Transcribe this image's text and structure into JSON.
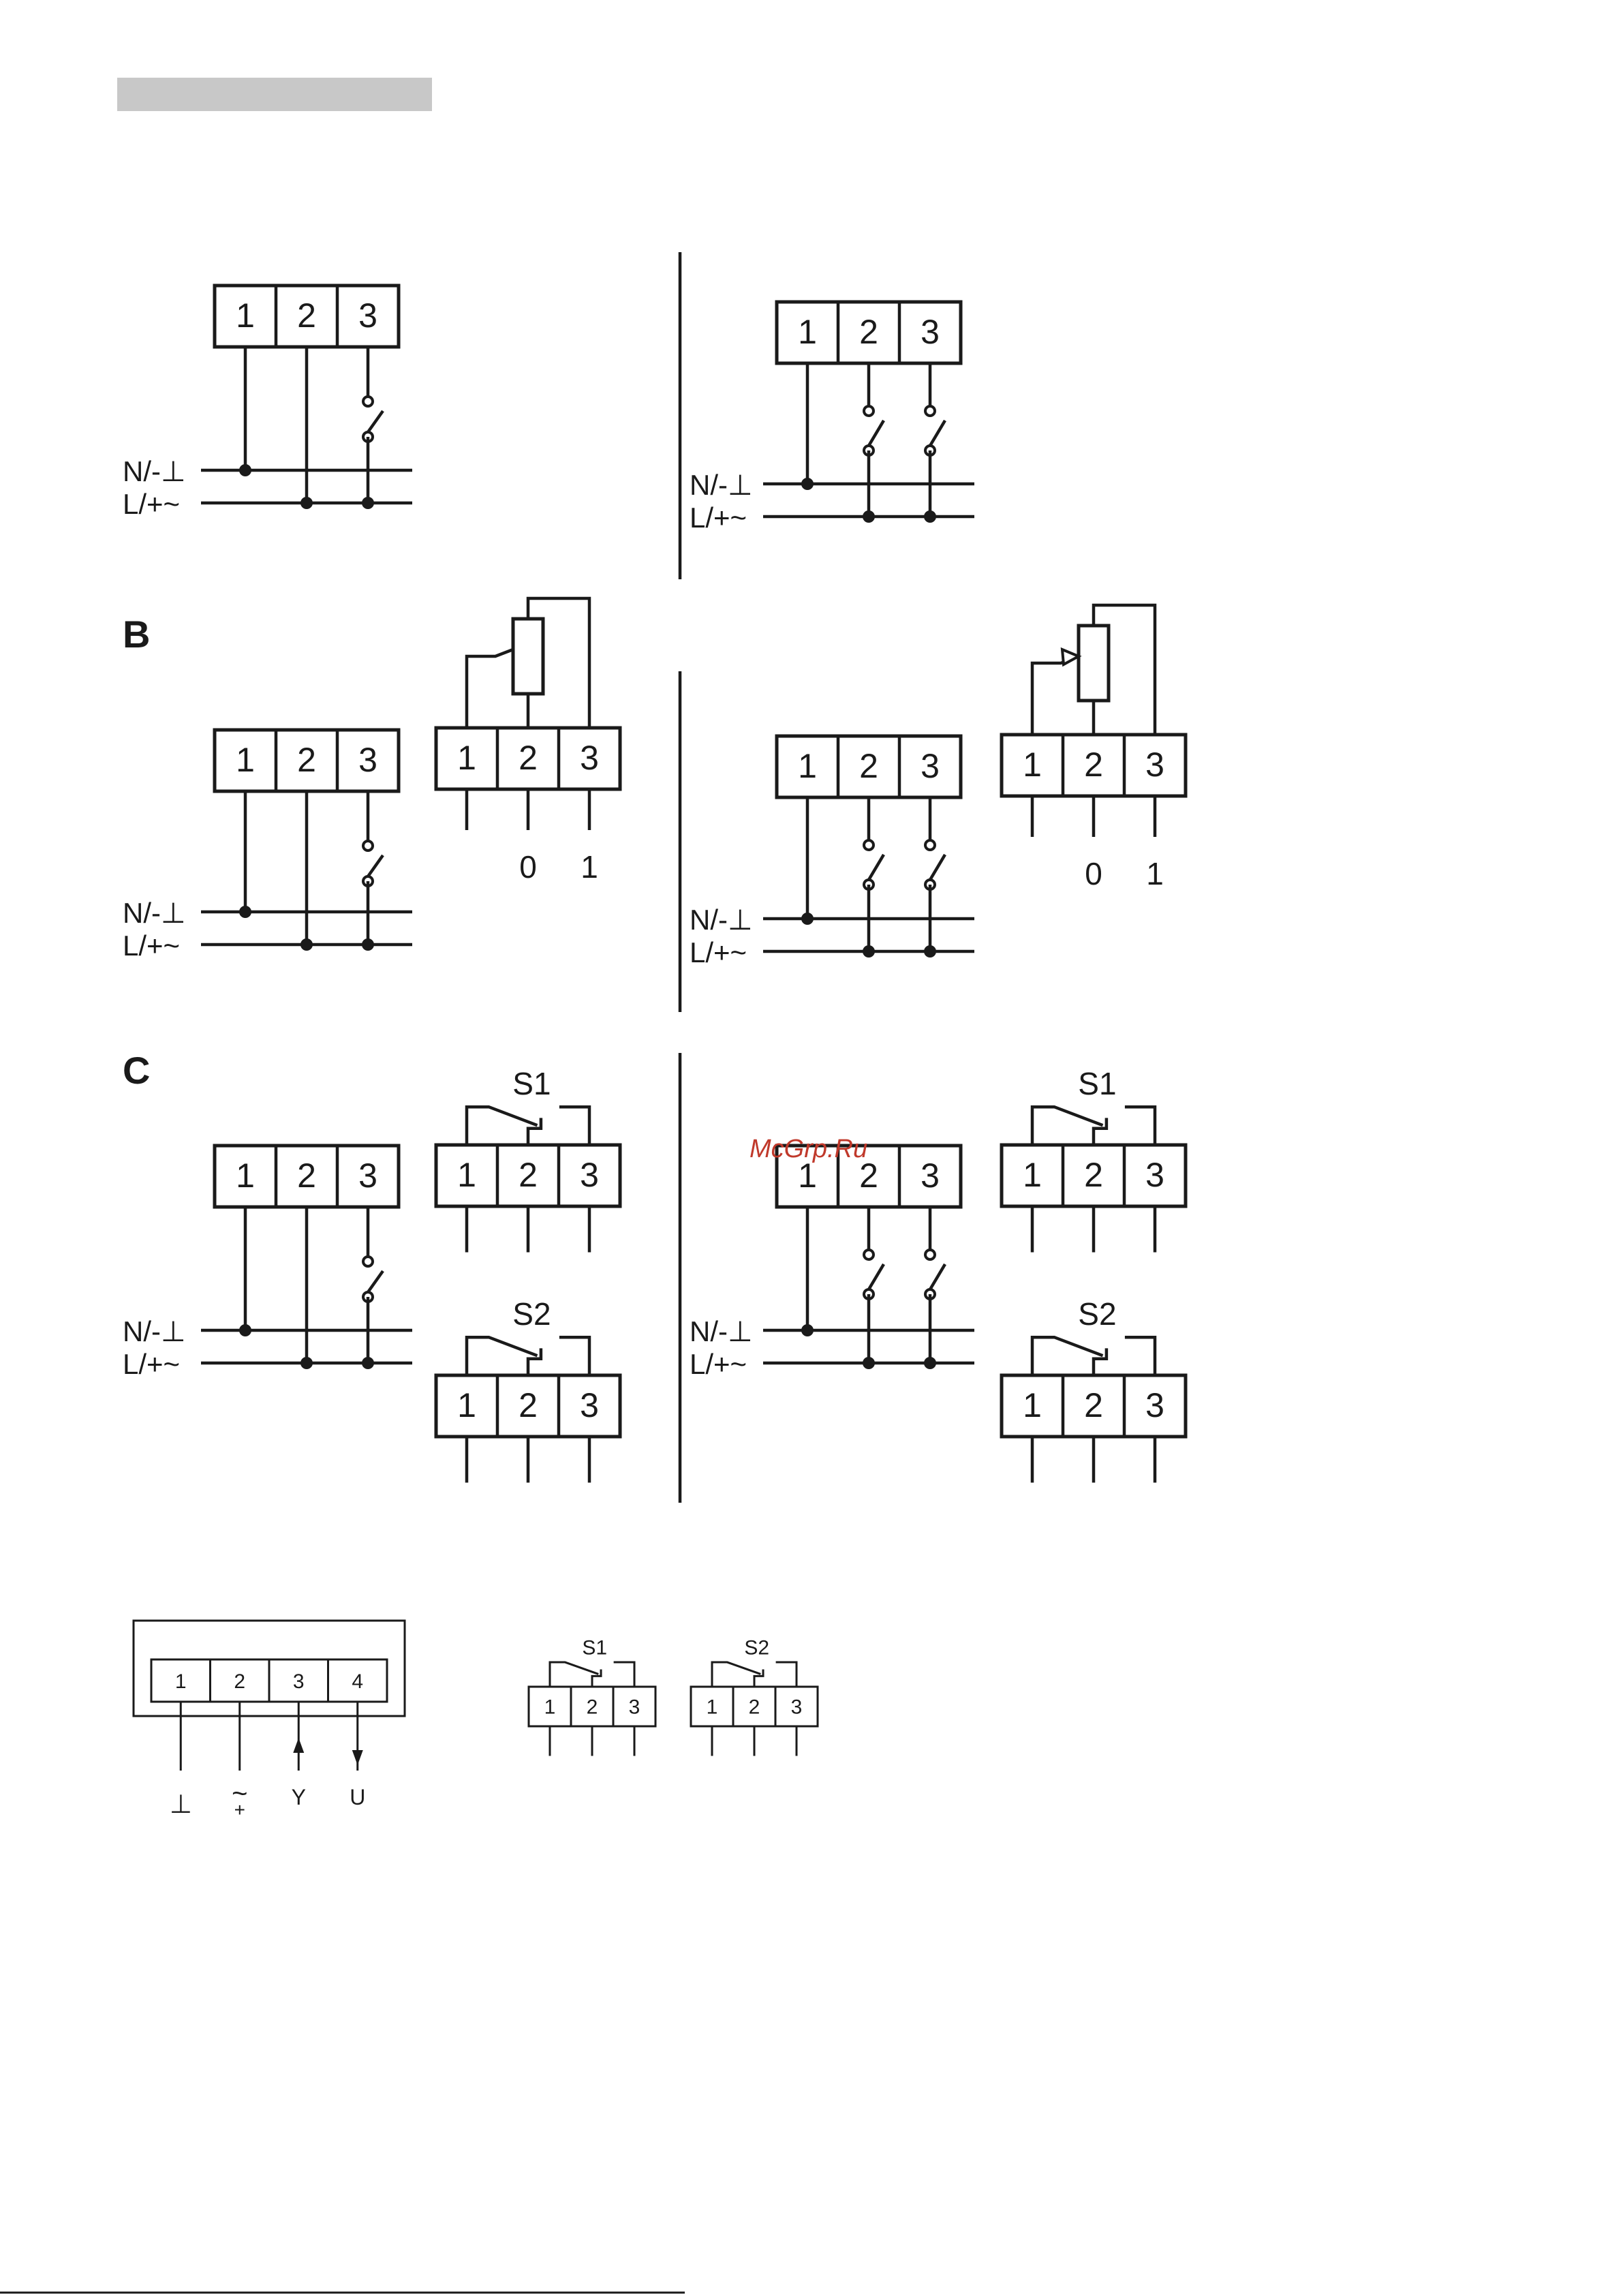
{
  "sections": [
    {
      "id": "A",
      "letter": ""
    },
    {
      "id": "B",
      "letter": "B"
    },
    {
      "id": "C",
      "letter": "C"
    }
  ],
  "terminals": [
    "1",
    "2",
    "3"
  ],
  "terminals4": [
    "1",
    "2",
    "3",
    "4"
  ],
  "bus": {
    "neutral": "N/-⊥",
    "line": "L/+~"
  },
  "pot": {
    "out0": "0",
    "out1": "1"
  },
  "aux": {
    "s1": "S1",
    "s2": "S2"
  },
  "connector": {
    "gnd": "⊥",
    "supply": "~",
    "supply_plus": "+",
    "y": "Y",
    "u": "U"
  },
  "watermark": "McGrp.Ru",
  "colors": {
    "line": "#1a1a1a",
    "header_bar": "#c8c8c8",
    "watermark": "#c0392b"
  }
}
